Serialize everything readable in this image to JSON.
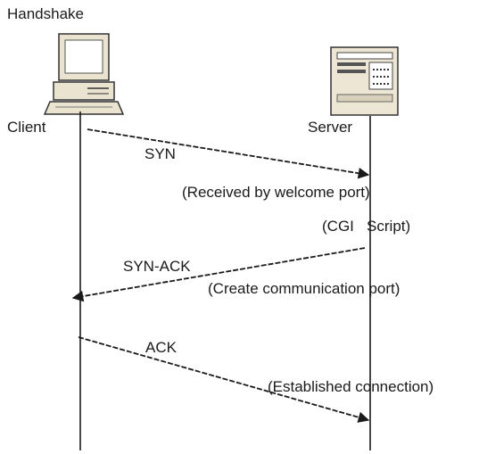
{
  "title": "Handshake",
  "actors": {
    "client": {
      "label": "Client",
      "icon": "desktop-computer-icon"
    },
    "server": {
      "label": "Server",
      "icon": "server-tower-icon"
    }
  },
  "messages": [
    {
      "label": "SYN",
      "from": "client",
      "to": "server"
    },
    {
      "label": "SYN-ACK",
      "from": "server",
      "to": "client"
    },
    {
      "label": "ACK",
      "from": "client",
      "to": "server"
    }
  ],
  "notes": [
    "(Received by welcome port)",
    "(CGI   Script)",
    "(Create communication port)",
    "(Established connection)"
  ],
  "colors": {
    "line": "#1a1a1a",
    "text": "#1a1a1a",
    "server_body": "#ede6d4"
  }
}
